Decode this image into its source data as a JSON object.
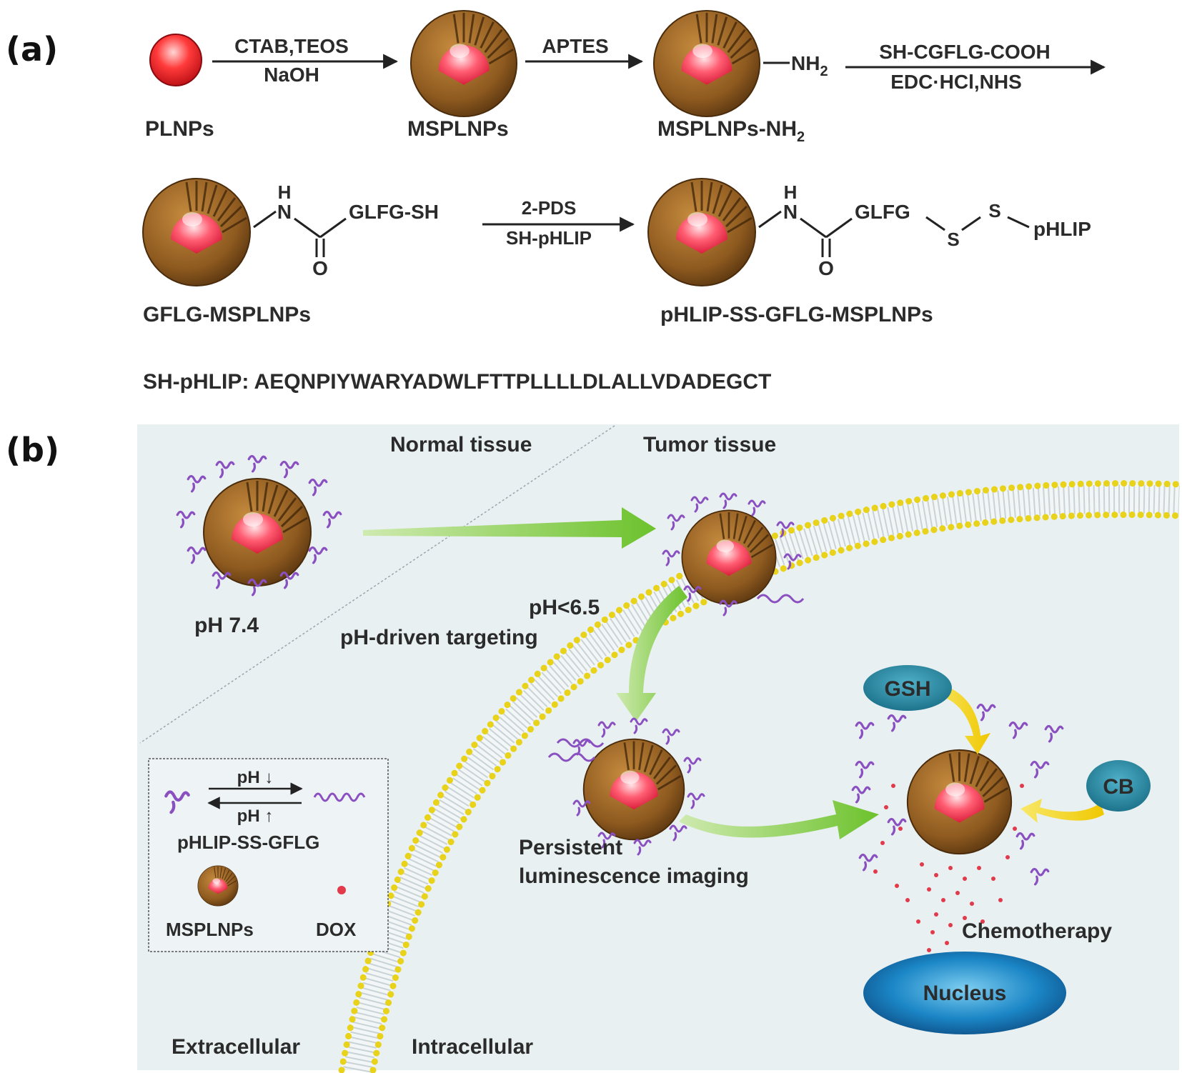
{
  "panel_a": {
    "label": "(a)",
    "step1_reagent_top": "CTAB,TEOS",
    "step1_reagent_bottom": "NaOH",
    "step2_reagent": "APTES",
    "amine_group": "NH",
    "amine_sub": "2",
    "step3_reagent_top": "SH-CGFLG-COOH",
    "step3_reagent_bottom": "EDC·HCl,NHS",
    "name_plnps": "PLNPs",
    "name_msplnps": "MSPLNPs",
    "name_msplnps_nh2": "MSPLNPs-NH",
    "name_msplnps_nh2_sub": "2",
    "chem_h": "H",
    "chem_n": "N",
    "chem_o": "O",
    "gflg_sh": "GLFG-SH",
    "step4_reagent_top": "2-PDS",
    "step4_reagent_bottom": "SH-pHLIP",
    "gflg": "GLFG",
    "sulfur": "S",
    "phlip": "pHLIP",
    "name_gflg_msplnps": "GFLG-MSPLNPs",
    "name_final": "pHLIP-SS-GFLG-MSPLNPs",
    "sequence": "SH-pHLIP: AEQNPIYWARYADWLFTTPLLLLDLALLVDADEGCT"
  },
  "panel_b": {
    "label": "(b)",
    "normal_tissue": "Normal tissue",
    "tumor_tissue": "Tumor tissue",
    "ph_normal": "pH  7.4",
    "ph_tumor": "pH<6.5",
    "targeting": "pH-driven targeting",
    "gsh": "GSH",
    "cb": "CB",
    "persistent_1": "Persistent",
    "persistent_2": "luminescence imaging",
    "chemotherapy": "Chemotherapy",
    "nucleus": "Nucleus",
    "extracellular": "Extracellular",
    "intracellular": "Intracellular",
    "legend_ph_down": "pH",
    "legend_ph_up": "pH",
    "legend_conjugate": "pHLIP-SS-GFLG",
    "legend_msplnps": "MSPLNPs",
    "legend_dox": "DOX"
  },
  "colors": {
    "shell": "#9a6324",
    "core": "#ff5a6e",
    "plnp": "#e8202a",
    "peptide": "#8a4fc0",
    "arrow_green": "#7fcc3a",
    "arrow_yellow": "#f2d21a",
    "bubble": "#1f7f9a",
    "nucleus": "#1b86c6",
    "membrane": "#e8d21a",
    "background_b": "#e8f0f2"
  }
}
